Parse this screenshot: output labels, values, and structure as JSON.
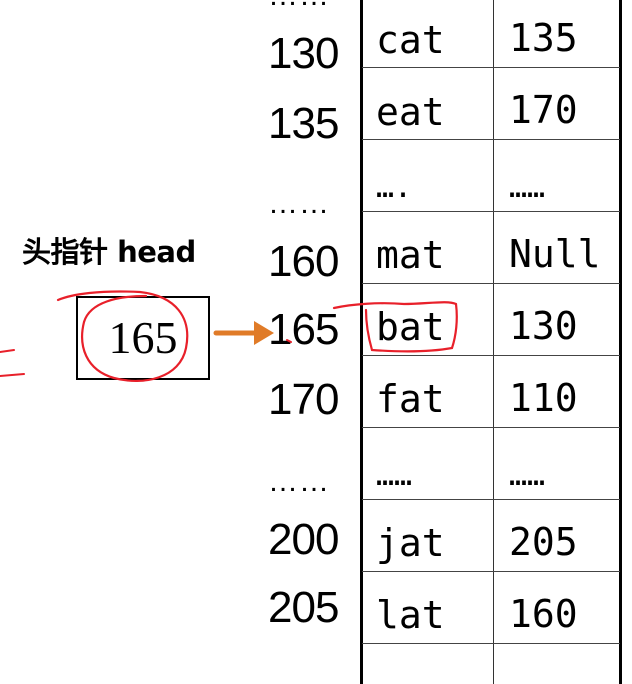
{
  "head_pointer": {
    "label": "头指针 head",
    "value": "165"
  },
  "colors": {
    "arrow": "#e07b28",
    "annotation": "#e8202a",
    "lines": "#000000"
  },
  "table": {
    "top_partial": {
      "address": "……"
    },
    "rows": [
      {
        "address": "130",
        "data": "cat",
        "next": "135"
      },
      {
        "address": "135",
        "data": "eat",
        "next": "170"
      },
      {
        "address": "……",
        "data": "….",
        "next": "……"
      },
      {
        "address": "160",
        "data": "mat",
        "next": "Null"
      },
      {
        "address": "165",
        "data": "bat",
        "next": "130"
      },
      {
        "address": "170",
        "data": "fat",
        "next": "110"
      },
      {
        "address": "……",
        "data": "……",
        "next": "……"
      },
      {
        "address": "200",
        "data": "jat",
        "next": "205"
      },
      {
        "address": "205",
        "data": "lat",
        "next": "160"
      },
      {
        "address": "",
        "data": "……",
        "next": "……"
      }
    ]
  }
}
